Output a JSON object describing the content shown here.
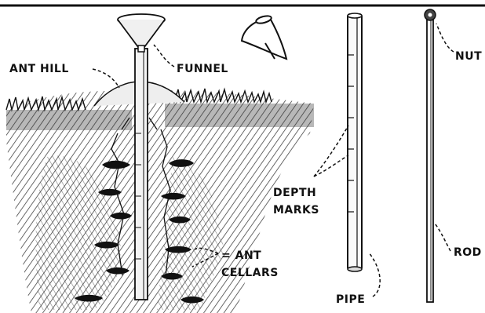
{
  "labels": {
    "ant_hill": "ANT HILL",
    "funnel": "FUNNEL",
    "nut": "NUT",
    "depth_marks_line1": "DEPTH",
    "depth_marks_line2": "MARKS",
    "ant_cellars_line1": "= ANT",
    "ant_cellars_line2": "CELLARS",
    "pipe": "PIPE",
    "rod": "ROD"
  },
  "colors": {
    "ink": "#111111",
    "paper": "#ffffff"
  }
}
